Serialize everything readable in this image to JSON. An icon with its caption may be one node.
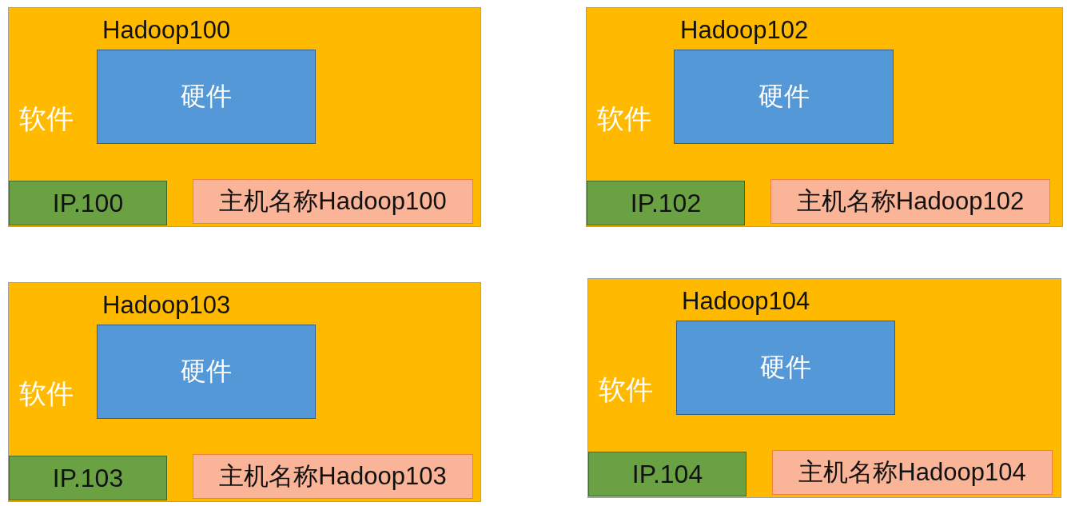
{
  "diagram": {
    "nodes": [
      {
        "text": [
          "Hadoop100",
          "软件"
        ]
      },
      {
        "text": [
          "硬件"
        ],
        "in": 0
      },
      {
        "text": [
          "IP.100"
        ],
        "in": 0
      },
      {
        "text": [
          "主机名称Hadoop100"
        ],
        "in": 0
      },
      {
        "text": [
          "Hadoop102",
          "软件"
        ]
      },
      {
        "text": [
          "硬件"
        ],
        "in": 4
      },
      {
        "text": [
          "IP.102"
        ],
        "in": 4
      },
      {
        "text": [
          "主机名称Hadoop102"
        ],
        "in": 4
      },
      {
        "text": [
          "Hadoop103",
          "软件"
        ]
      },
      {
        "text": [
          "硬件"
        ],
        "in": 8
      },
      {
        "text": [
          "IP.103"
        ],
        "in": 8
      },
      {
        "text": [
          "主机名称Hadoop103"
        ],
        "in": 8
      },
      {
        "text": [
          "Hadoop104",
          "软件"
        ]
      },
      {
        "text": [
          "硬件"
        ],
        "in": 12
      },
      {
        "text": [
          "IP.104"
        ],
        "in": 12
      },
      {
        "text": [
          "主机名称Hadoop104"
        ],
        "in": 12
      }
    ]
  }
}
